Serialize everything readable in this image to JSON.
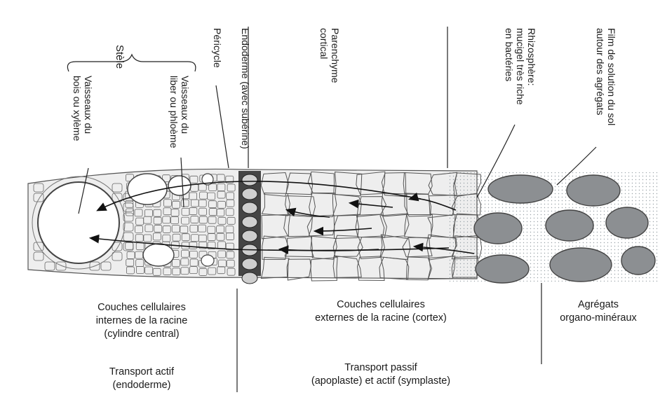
{
  "top_labels": {
    "stele": "Stèle",
    "xylem": [
      "Vaisseaux du",
      "bois ou xylème"
    ],
    "phloem": [
      "Vaisseaux du",
      "liber ou phloème"
    ],
    "pericycle": "Péricycle",
    "endoderm": "Endoderme (avec subérine)",
    "parenchyma": [
      "Parenchyme",
      "cortical"
    ],
    "rhizosphere": [
      "Rhizosphère:",
      "mucigel très riche",
      "en bactéries"
    ],
    "soil_film": [
      "Film de solution du sol",
      "autour des agrégats"
    ]
  },
  "bottom_labels": {
    "internal_layers": [
      "Couches cellulaires",
      "internes de la racine",
      "(cylindre central)"
    ],
    "external_layers": [
      "Couches cellulaires",
      "externes de la racine (cortex)"
    ],
    "aggregates": [
      "Agrégats",
      "organo-minéraux"
    ],
    "active_transport": [
      "Transport actif",
      "(endoderme)"
    ],
    "passive_transport": [
      "Transport passif",
      "(apoplaste) et actif (symplaste)"
    ]
  }
}
